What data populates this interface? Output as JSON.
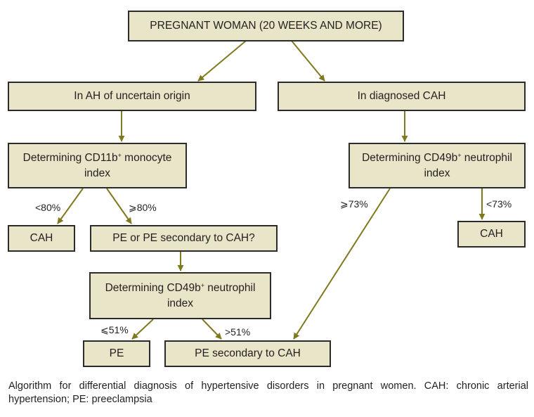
{
  "nodes": {
    "root": "PREGNANT WOMAN (20 WEEKS AND MORE)",
    "uncertain": "In AH of uncertain origin",
    "diagnosed": "In diagnosed CAH",
    "cd11b_a": "Determining CD11b",
    "cd11b_sup": "+",
    "cd11b_b": " monocyte index",
    "cd49b_right_a": "Determining CD49b",
    "cd49b_right_sup": "+",
    "cd49b_right_b": " neutrophil index",
    "cah_left": "CAH",
    "pe_question": "PE or PE secondary to CAH?",
    "cah_right": "CAH",
    "cd49b_mid_a": "Determining CD49b",
    "cd49b_mid_sup": "+",
    "cd49b_mid_b": " neutrophil index",
    "pe": "PE",
    "pe_secondary": "PE secondary to CAH"
  },
  "edge_labels": {
    "lt80": "<80%",
    "ge80": "⩾80%",
    "ge73": "⩾73%",
    "lt73": "<73%",
    "le51": "⩽51%",
    "gt51": ">51%"
  },
  "caption": "Algorithm for differential diagnosis of hypertensive disorders in pregnant women. CAH: chronic arterial hypertension; PE: preeclampsia",
  "colors": {
    "box_fill": "#e9e5c8",
    "box_border": "#2b2b2b",
    "arrow": "#807a1e"
  }
}
